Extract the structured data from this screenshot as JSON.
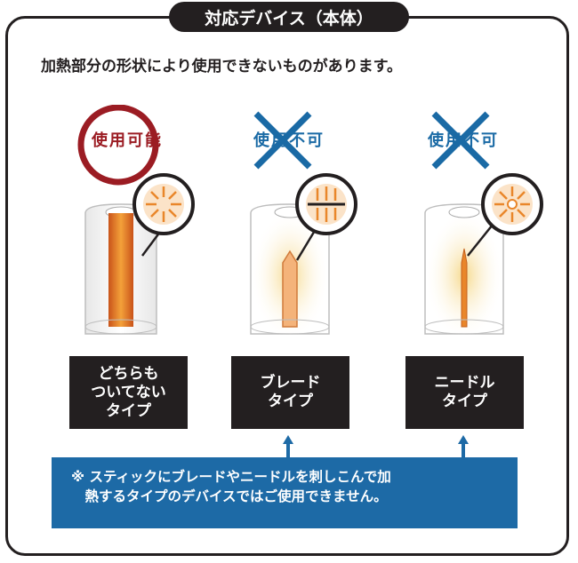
{
  "title": "対応デバイス（本体）",
  "description": "加熱部分の形状により使用できないものがあります。",
  "devices": [
    {
      "status": "使用可能",
      "status_type": "ok",
      "label": "どちらも\nついてない\nタイプ",
      "heater": "none",
      "icon": "inward-arrows-icon"
    },
    {
      "status": "使用不可",
      "status_type": "ng",
      "label": "ブレード\nタイプ",
      "heater": "blade",
      "icon": "split-arrows-icon"
    },
    {
      "status": "使用不可",
      "status_type": "ng",
      "label": "ニードル\nタイプ",
      "heater": "needle",
      "icon": "outward-arrows-icon"
    }
  ],
  "note": "※ スティックにブレードやニードルを刺しこんで加\n　熱するタイプのデバイスではご使用できません。",
  "colors": {
    "ok": "#9b1c23",
    "ng": "#1a6aa5",
    "note_bg": "#1d6aa6",
    "heat": "#e9862a",
    "dark": "#231f20"
  }
}
